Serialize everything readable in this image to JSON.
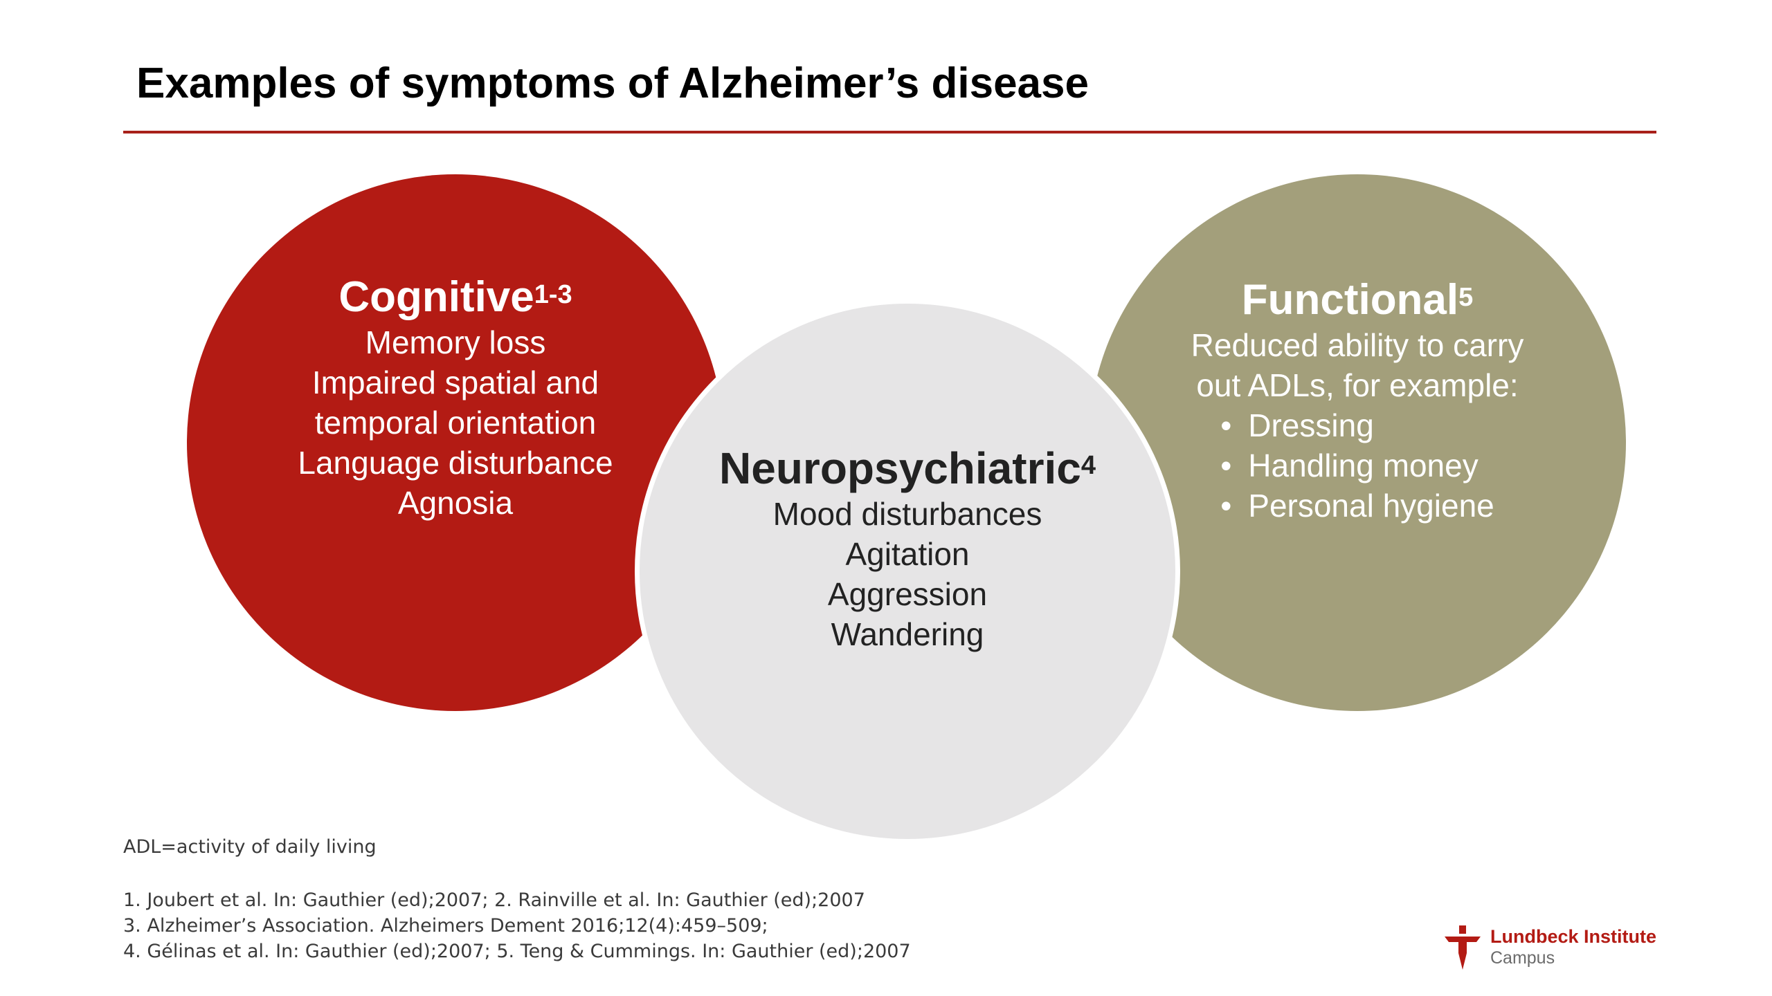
{
  "slide": {
    "title": "Examples of symptoms of Alzheimer’s disease"
  },
  "colors": {
    "accent_red": "#b31b14",
    "functional_olive": "#a39f7b",
    "neuro_grey": "#e6e5e6",
    "rule_red": "#a8201a"
  },
  "circles": {
    "cognitive": {
      "heading": "Cognitive",
      "heading_sup": "1-3",
      "lines": [
        "Memory loss",
        "Impaired spatial and",
        "temporal orientation",
        "Language disturbance",
        "Agnosia"
      ]
    },
    "neuropsychiatric": {
      "heading": "Neuropsychiatric",
      "heading_sup": "4",
      "lines": [
        "Mood disturbances",
        "Agitation",
        "Aggression",
        "Wandering"
      ]
    },
    "functional": {
      "heading": "Functional",
      "heading_sup": "5",
      "lines": [
        "Reduced ability to carry",
        "out ADLs, for example:"
      ],
      "bullet_char": "•",
      "bullets": [
        "Dressing",
        "Handling money",
        "Personal hygiene"
      ]
    }
  },
  "footnotes": {
    "abbreviation": "ADL=activity of daily living",
    "references": [
      "1. Joubert et al. In: Gauthier (ed);2007; 2. Rainville et al. In: Gauthier (ed);2007",
      "3. Alzheimer’s Association. Alzheimers Dement 2016;12(4):459–509;",
      "4. Gélinas et al. In: Gauthier (ed);2007; 5. Teng & Cummings. In: Gauthier (ed);2007"
    ]
  },
  "logo": {
    "name": "Lundbeck Institute",
    "sub": "Campus",
    "icon": "lundbeck-cross-logo-icon"
  }
}
